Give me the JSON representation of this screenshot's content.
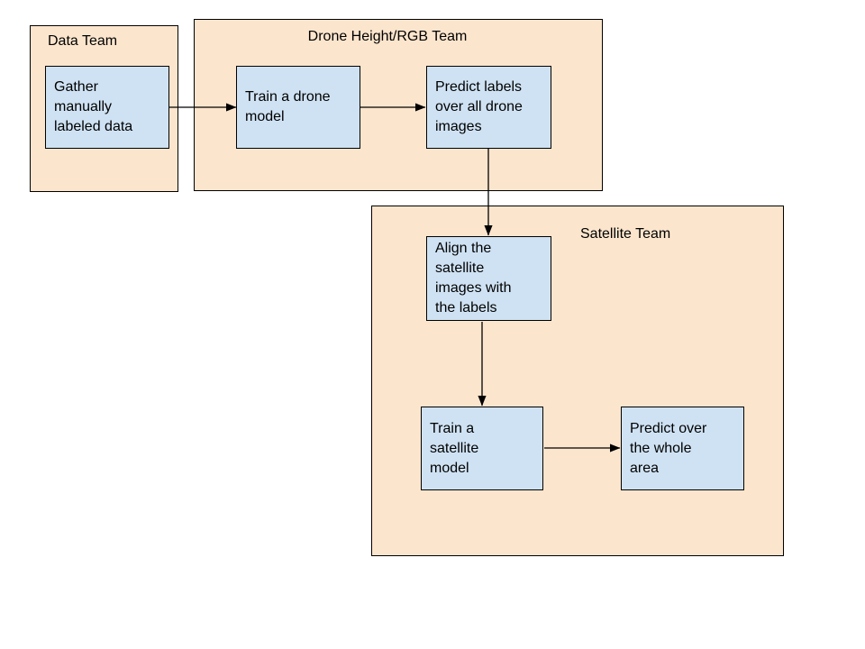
{
  "diagram": {
    "groups": [
      {
        "id": "data-team",
        "title": "Data Team"
      },
      {
        "id": "drone-team",
        "title": "Drone Height/RGB Team"
      },
      {
        "id": "satellite-team",
        "title": "Satellite Team"
      }
    ],
    "nodes": [
      {
        "id": "gather-labeled-data",
        "group": "data-team",
        "label": "Gather\nmanually\nlabeled data"
      },
      {
        "id": "train-drone-model",
        "group": "drone-team",
        "label": "Train a drone\nmodel"
      },
      {
        "id": "predict-drone-labels",
        "group": "drone-team",
        "label": "Predict labels\nover all drone\nimages"
      },
      {
        "id": "align-satellite-images",
        "group": "satellite-team",
        "label": "Align the\nsatellite\nimages with\nthe labels"
      },
      {
        "id": "train-satellite-model",
        "group": "satellite-team",
        "label": "Train a\nsatellite\nmodel"
      },
      {
        "id": "predict-whole-area",
        "group": "satellite-team",
        "label": "Predict over\nthe whole\narea"
      }
    ],
    "edges": [
      {
        "from": "gather-labeled-data",
        "to": "train-drone-model"
      },
      {
        "from": "train-drone-model",
        "to": "predict-drone-labels"
      },
      {
        "from": "predict-drone-labels",
        "to": "align-satellite-images"
      },
      {
        "from": "align-satellite-images",
        "to": "train-satellite-model"
      },
      {
        "from": "train-satellite-model",
        "to": "predict-whole-area"
      }
    ],
    "colors": {
      "group_fill": "#fce5cd",
      "node_fill": "#cfe2f3",
      "border": "#000000",
      "text": "#000000",
      "background": "#ffffff"
    }
  }
}
